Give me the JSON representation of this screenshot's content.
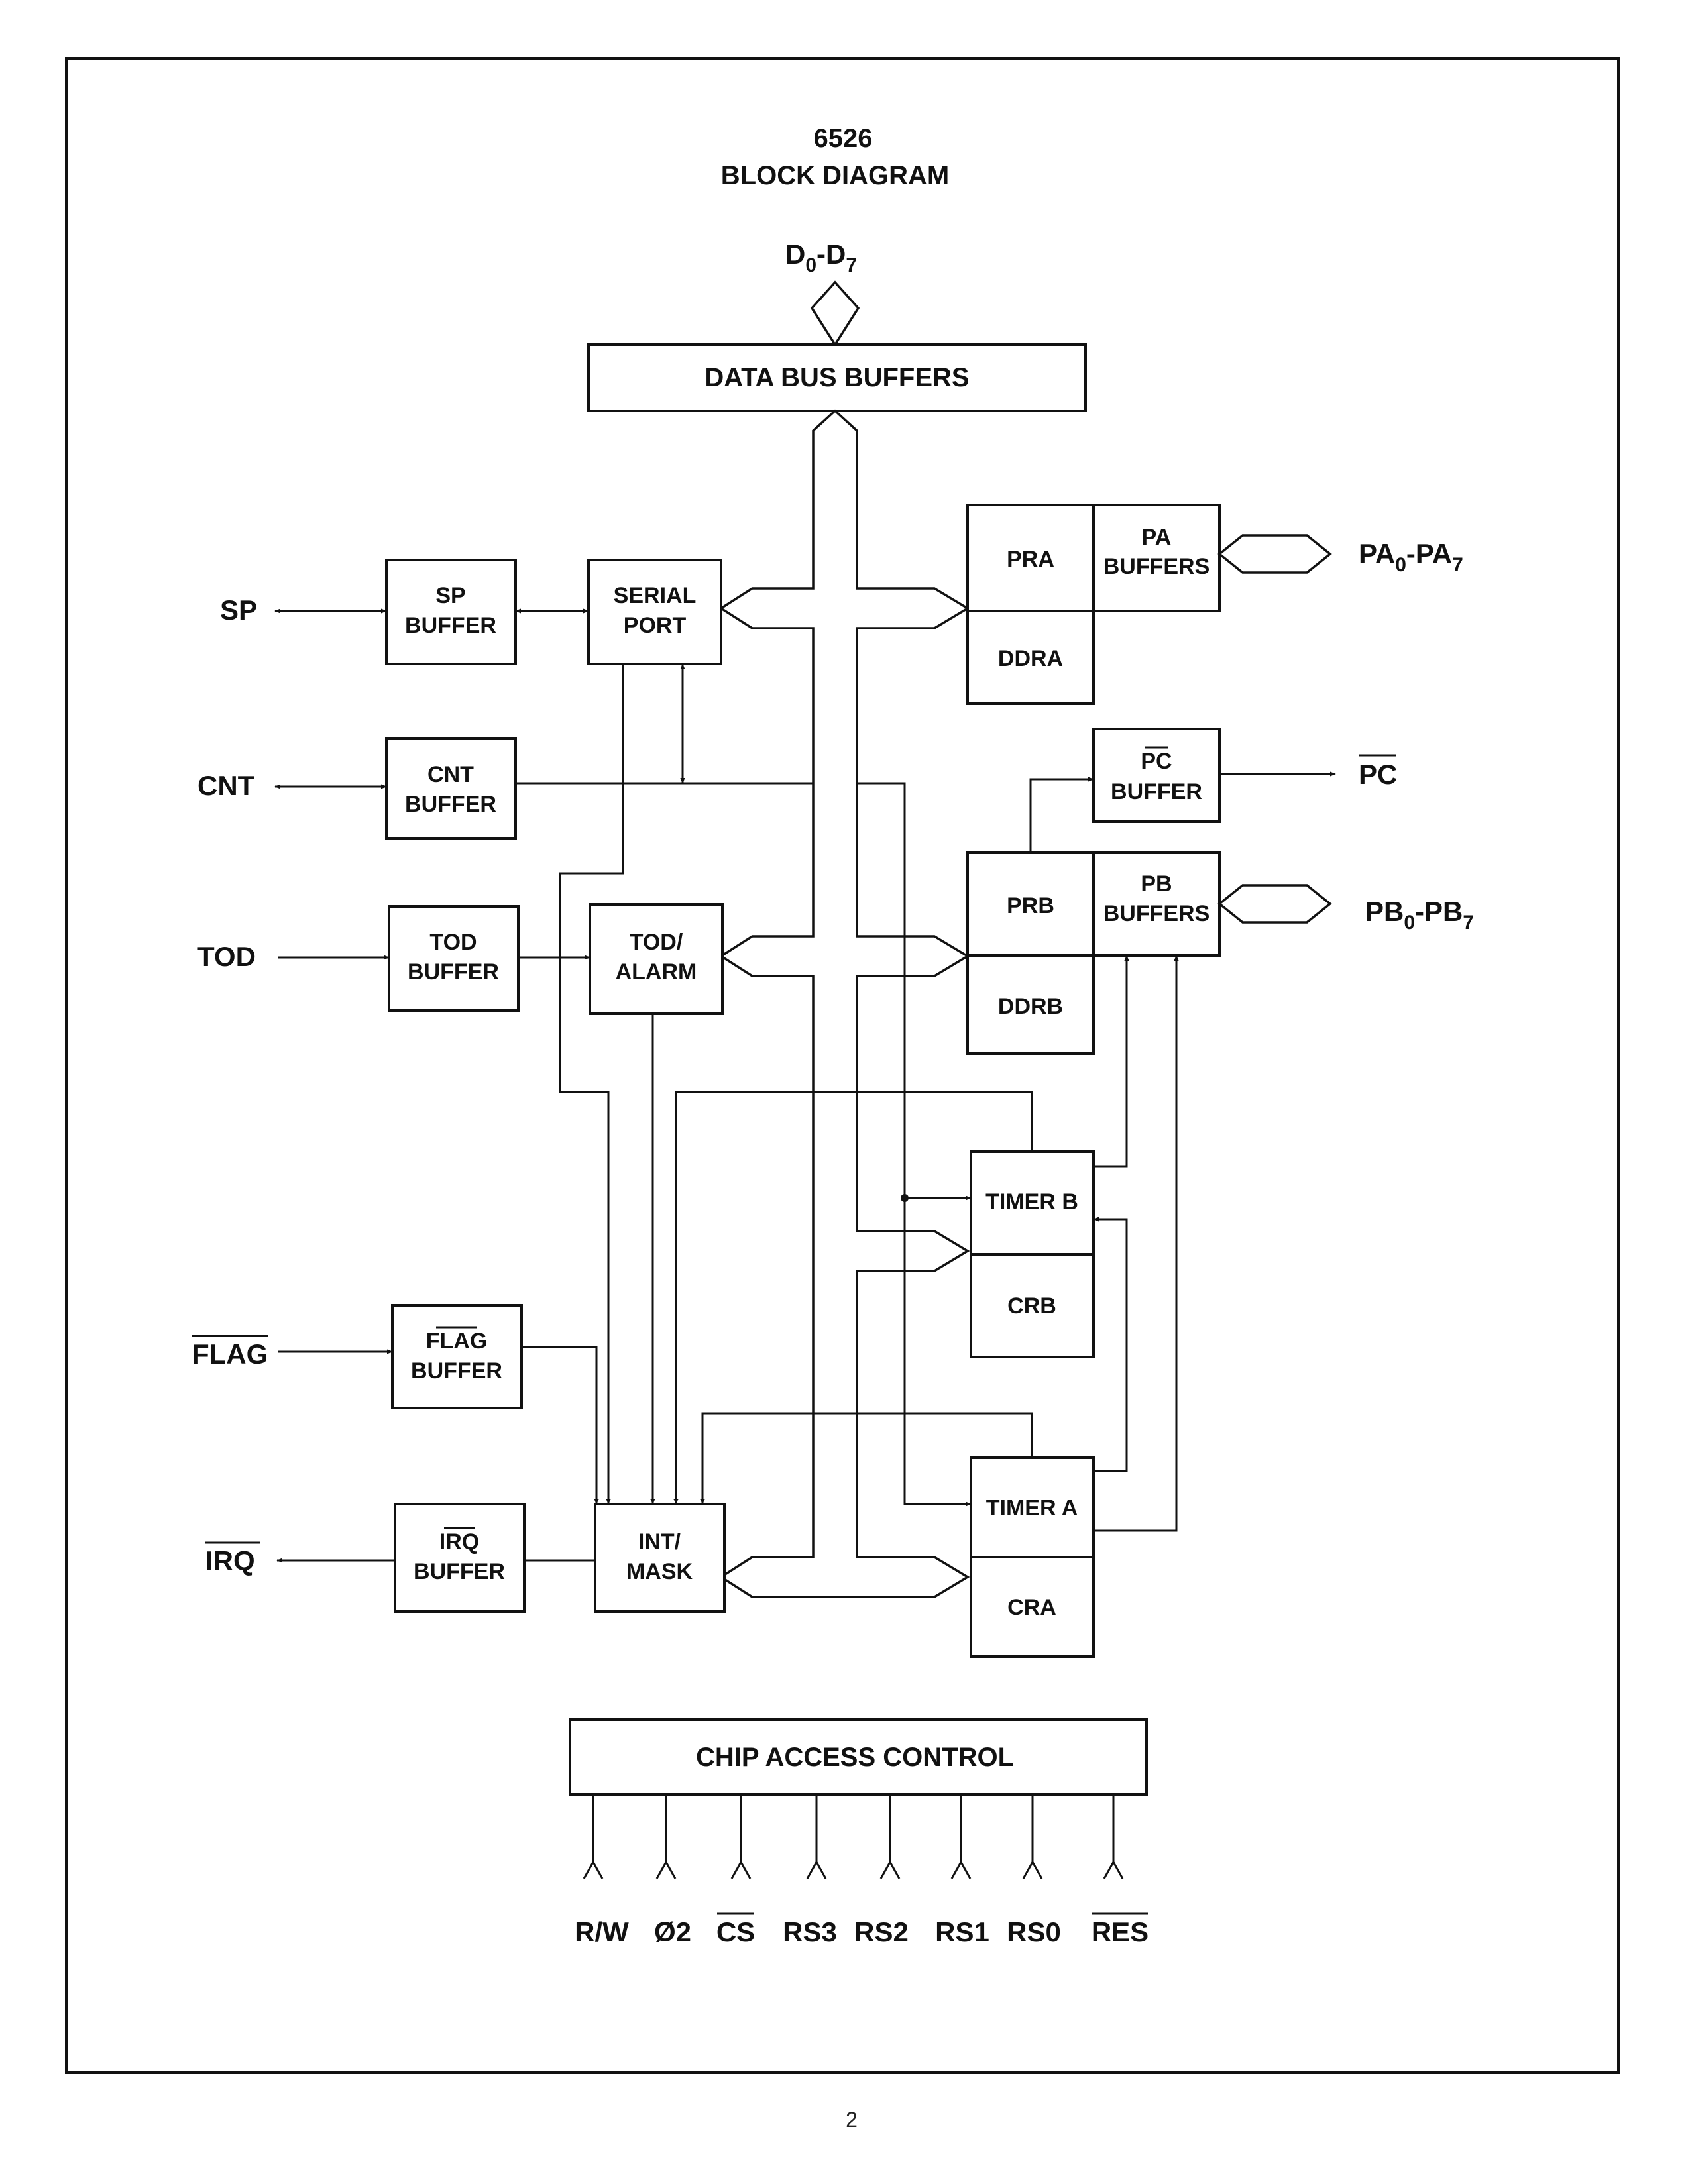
{
  "title": {
    "line1": "6526",
    "line2": "BLOCK DIAGRAM"
  },
  "top_bus": {
    "main": "D",
    "sub0": "0",
    "dash": "-D",
    "sub7": "7"
  },
  "blocks": {
    "data_bus_buffers": "DATA BUS BUFFERS",
    "sp_buffer": [
      "SP",
      "BUFFER"
    ],
    "cnt_buffer": [
      "CNT",
      "BUFFER"
    ],
    "tod_buffer": [
      "TOD",
      "BUFFER"
    ],
    "flag_buffer": [
      "FLAG",
      "BUFFER"
    ],
    "irq_buffer": [
      "IRQ",
      "BUFFER"
    ],
    "serial_port": [
      "SERIAL",
      "PORT"
    ],
    "tod_alarm": [
      "TOD/",
      "ALARM"
    ],
    "int_mask": [
      "INT/",
      "MASK"
    ],
    "pra": "PRA",
    "pa_buffers": [
      "PA",
      "BUFFERS"
    ],
    "ddra": "DDRA",
    "pc_buffer": [
      "PC",
      "BUFFER"
    ],
    "prb": "PRB",
    "pb_buffers": [
      "PB",
      "BUFFERS"
    ],
    "ddrb": "DDRB",
    "timer_b": "TIMER B",
    "crb": "CRB",
    "timer_a": "TIMER A",
    "cra": "CRA",
    "chip_access_control": "CHIP ACCESS CONTROL"
  },
  "left_signals": {
    "sp": "SP",
    "cnt": "CNT",
    "tod": "TOD",
    "flag": "FLAG",
    "irq": "IRQ"
  },
  "right_signals": {
    "pa": {
      "a": "PA",
      "s0": "0",
      "b": "-PA",
      "s7": "7"
    },
    "pc": "PC",
    "pb": {
      "a": "PB",
      "s0": "0",
      "b": "-PB",
      "s7": "7"
    }
  },
  "control_pins": [
    "R/W",
    "Ø2",
    "CS",
    "RS3",
    "RS2",
    "RS1",
    "RS0",
    "RES"
  ],
  "page_number": "2"
}
